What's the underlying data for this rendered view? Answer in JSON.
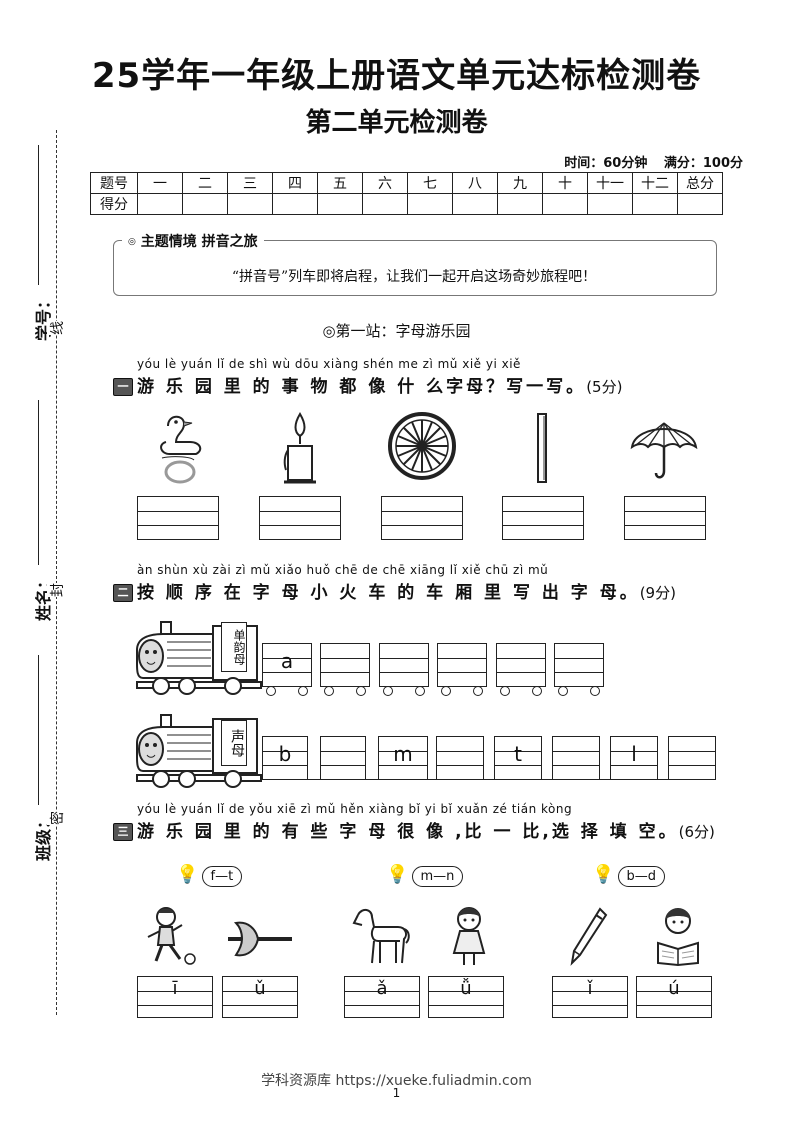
{
  "header": {
    "title": "25学年一年级上册语文单元达标检测卷",
    "subtitle": "第二单元检测卷",
    "time_label": "时间：60分钟",
    "score_label": "满分：100分"
  },
  "score_table": {
    "row1_label": "题号",
    "row2_label": "得分",
    "columns": [
      "一",
      "二",
      "三",
      "四",
      "五",
      "六",
      "七",
      "八",
      "九",
      "十",
      "十一",
      "十二",
      "总分"
    ]
  },
  "sidebar": {
    "student_id": "学号：",
    "name": "姓名：",
    "class": "班级：",
    "line": "线",
    "seal": "封",
    "secret": "密"
  },
  "theme": {
    "label": "主题情境  拼音之旅",
    "text": "“拼音号”列车即将启程，让我们一起开启这场奇妙旅程吧！"
  },
  "station": "◎第一站：字母游乐园",
  "q1": {
    "num": "一",
    "pinyin": "yóu lè yuán lǐ de shì wù dōu xiàng shén me zì mǔ   xiě yi xiě",
    "text": "游 乐 园 里 的 事 物 都 像  什 么字母？写一写。",
    "points": "(5分)",
    "items": [
      "goose-icon",
      "candle-icon",
      "wheel-icon",
      "stick-icon",
      "umbrella-icon"
    ]
  },
  "q2": {
    "num": "二",
    "pinyin": "àn shùn xù zài  zì  mǔ xiǎo huǒ chē de chē xiāng  lǐ  xiě chū  zì  mǔ",
    "text": "按 顺 序 在 字 母 小 火 车 的 车  厢 里 写 出 字 母。",
    "points": "(9分)",
    "train1_label": "单韵母",
    "train1_letters": [
      "a",
      "",
      "",
      "",
      "",
      ""
    ],
    "train2_label": "声母",
    "train2_letters": [
      "b",
      "",
      "m",
      "",
      "t",
      "",
      "l"
    ]
  },
  "q3": {
    "num": "三",
    "pinyin": "yóu lè yuán lǐ de yǒu xiē zì mǔ hěn xiàng  bǐ  yi  bǐ  xuǎn zé tián kòng",
    "text": "游 乐 园 里 的 有 些 字 母 很 像 ,比 一 比,选 择 填  空。",
    "points": "(6分)",
    "groups": [
      {
        "hint": "f—t",
        "answers": [
          "ī",
          "ǔ"
        ]
      },
      {
        "hint": "m—n",
        "answers": [
          "ǎ",
          "ǚ"
        ]
      },
      {
        "hint": "b—d",
        "answers": [
          "ǐ",
          "ú"
        ]
      }
    ]
  },
  "footer": {
    "source": "学科资源库 https://xueke.fuliadmin.com",
    "page": "1"
  }
}
